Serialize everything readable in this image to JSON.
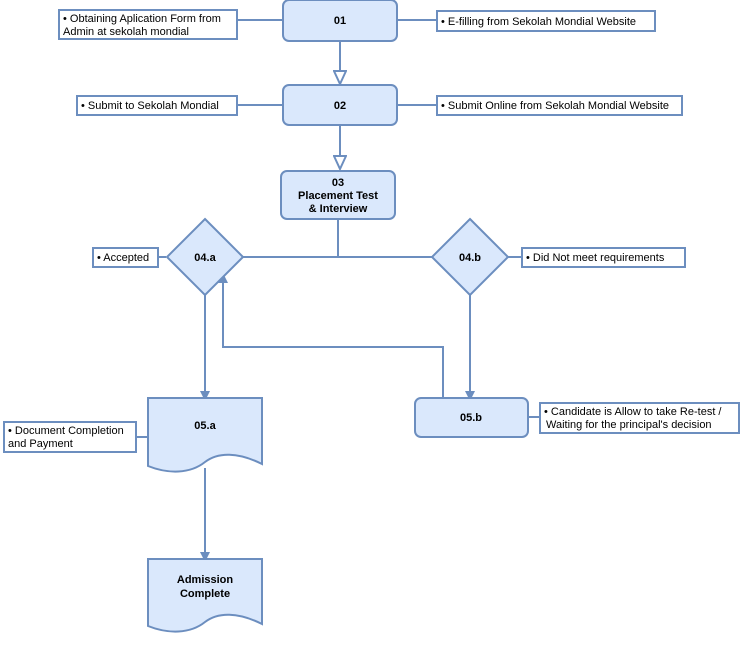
{
  "steps": {
    "s01": "01",
    "s02": "02",
    "s03_line1": "03",
    "s03_line2": "Placement Test",
    "s03_line3": "& Interview",
    "s04a": "04.a",
    "s04b": "04.b",
    "s05a": "05.a",
    "s05b": "05.b",
    "admission_line1": "Admission",
    "admission_line2": "Complete"
  },
  "notes": {
    "n01_left_line1": "• Obtaining Aplication Form from",
    "n01_left_line2": "Admin at sekolah mondial",
    "n01_right": "• E-filling from Sekolah Mondial Website",
    "n02_left": "• Submit to Sekolah Mondial",
    "n02_right": "• Submit Online from Sekolah Mondial Website",
    "n04a": "• Accepted",
    "n04b": "• Did Not meet requirements",
    "n05a_line1": "• Document Completion",
    "n05a_line2": "and Payment",
    "n05b_line1": "• Candidate is Allow to take Re-test /",
    "n05b_line2": "Waiting for the principal's decision"
  },
  "colors": {
    "node_fill": "#dae8fc",
    "node_stroke": "#6c8ebf",
    "note_fill": "#ffffff"
  }
}
